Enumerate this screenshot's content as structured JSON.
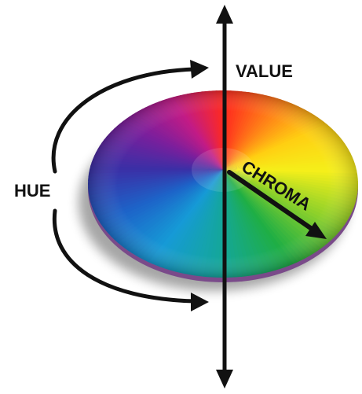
{
  "labels": {
    "value": "VALUE",
    "hue": "HUE",
    "chroma": "CHROMA"
  },
  "colors": {
    "wheel_stops": [
      "#ff2a1e",
      "#ff7a18",
      "#ffcf12",
      "#f5ef1a",
      "#8fd12a",
      "#1fae45",
      "#14a79a",
      "#169ad6",
      "#1d63c8",
      "#3b2fa6",
      "#7b1f9c",
      "#c21b86",
      "#ff2a1e"
    ],
    "arrow": "#111111",
    "text": "#111111"
  },
  "icons": {
    "hue_arrow_top": "curved-arrow-icon",
    "hue_arrow_bottom": "curved-arrow-icon",
    "value_axis": "double-arrow-icon",
    "chroma_arrow": "arrow-icon"
  }
}
